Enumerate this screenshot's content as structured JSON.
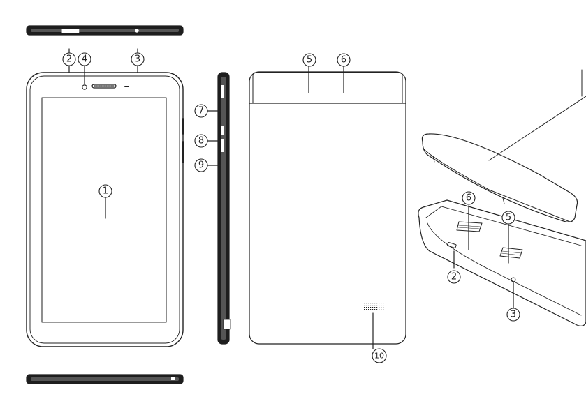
{
  "diagram": {
    "colors": {
      "line": "#222222",
      "bezel": "#1e1e1e",
      "edge": "#333333",
      "screen_border": "#333333",
      "fill": "#ffffff"
    },
    "callouts": {
      "screen": "1",
      "top_port_left": "2",
      "front_camera": "4",
      "top_port_right": "3",
      "back_top_left": "5",
      "back_top_right": "6",
      "side_button_top": "7",
      "side_button_mid": "8",
      "side_button_bottom": "9",
      "speaker": "10",
      "open_slot_card_a": "6",
      "open_slot_card_b": "5",
      "open_port_left": "2",
      "open_port_right": "3"
    }
  }
}
